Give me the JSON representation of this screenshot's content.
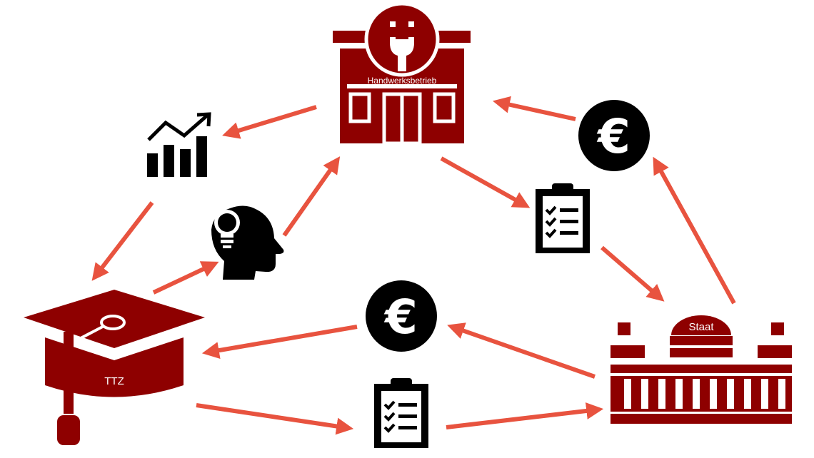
{
  "nodes": {
    "handwerk": {
      "label": "Handwerksbetrieb",
      "icon": "workshop-wrench-icon"
    },
    "ttz": {
      "label": "TTZ",
      "icon": "graduation-cap-icon"
    },
    "staat": {
      "label": "Staat",
      "icon": "government-building-icon"
    }
  },
  "flow_icons": [
    "growth-chart-icon",
    "idea-head-icon",
    "euro-coin-icon",
    "clipboard-checklist-icon"
  ],
  "colors": {
    "primary": "#8e0000",
    "arrow": "#e8533f",
    "icon": "#000000",
    "background": "#ffffff"
  }
}
